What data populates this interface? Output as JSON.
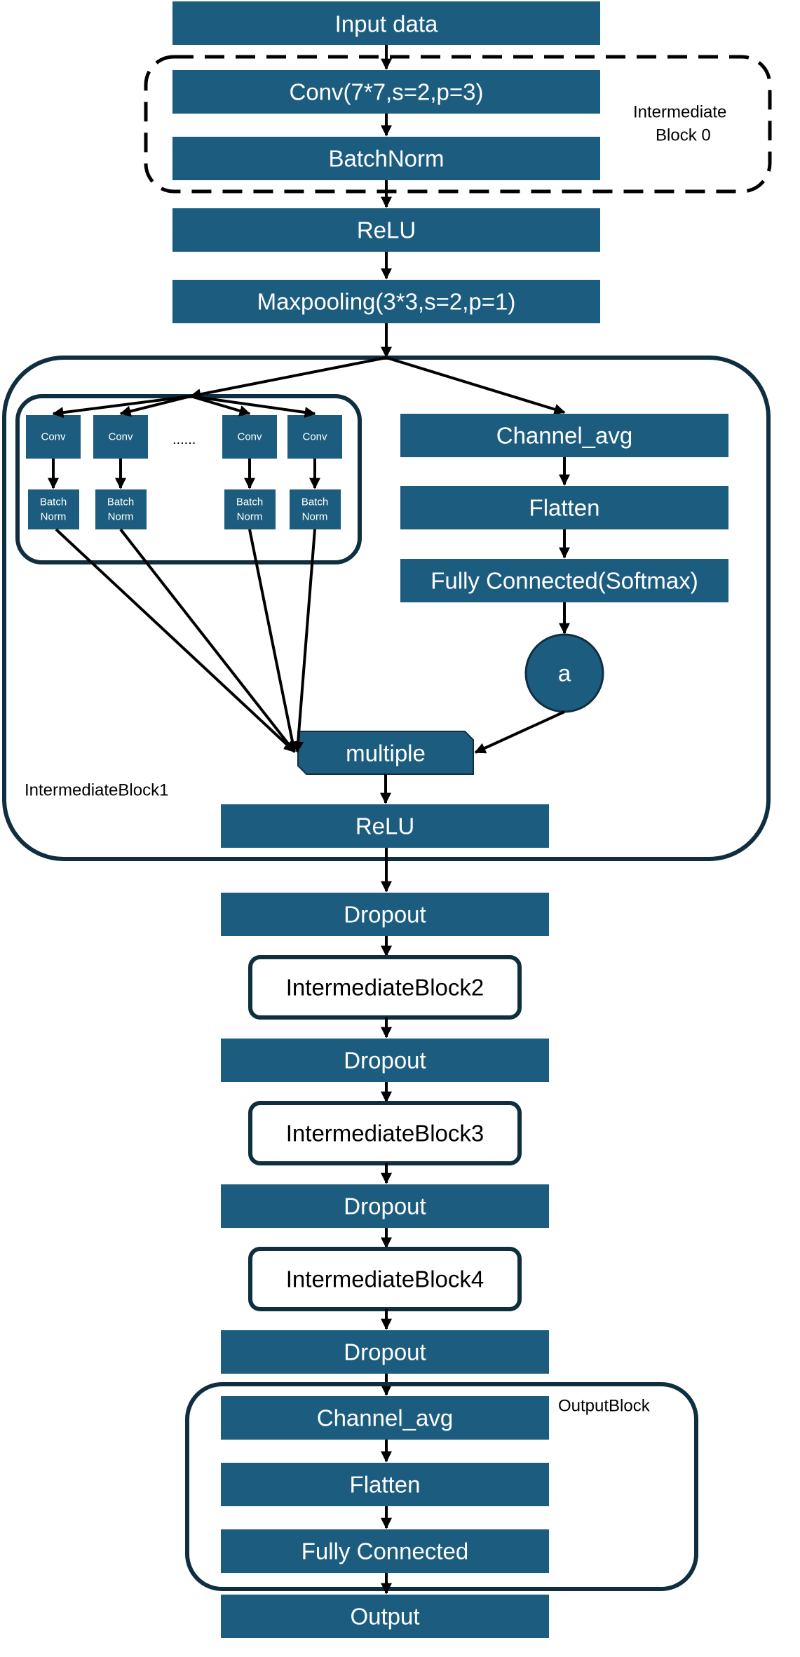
{
  "colors": {
    "box_fill": "#1c5d7f",
    "box_text": "#ffffff",
    "container_stroke": "#0f2e40",
    "line": "#000000"
  },
  "main_flow": {
    "input": "Input data",
    "conv7": "Conv(7*7,s=2,p=3)",
    "batchnorm": "BatchNorm",
    "relu_top": "ReLU",
    "maxpool": "Maxpooling(3*3,s=2,p=1)"
  },
  "block0": {
    "label_line1": "Intermediate",
    "label_line2": "Block 0"
  },
  "block1": {
    "label": "IntermediateBlock1",
    "conv_label": "Conv",
    "bn_line1": "Batch",
    "bn_line2": "Norm",
    "ellipsis": "......",
    "channel_avg": "Channel_avg",
    "flatten": "Flatten",
    "fc_softmax": "Fully Connected(Softmax)",
    "a": "a",
    "multiple": "multiple",
    "relu": "ReLU"
  },
  "lower_flow": {
    "dropout": "Dropout",
    "block2": "IntermediateBlock2",
    "block3": "IntermediateBlock3",
    "block4": "IntermediateBlock4"
  },
  "output_block": {
    "label": "OutputBlock",
    "channel_avg": "Channel_avg",
    "flatten": "Flatten",
    "fc": "Fully Connected",
    "output": "Output"
  }
}
